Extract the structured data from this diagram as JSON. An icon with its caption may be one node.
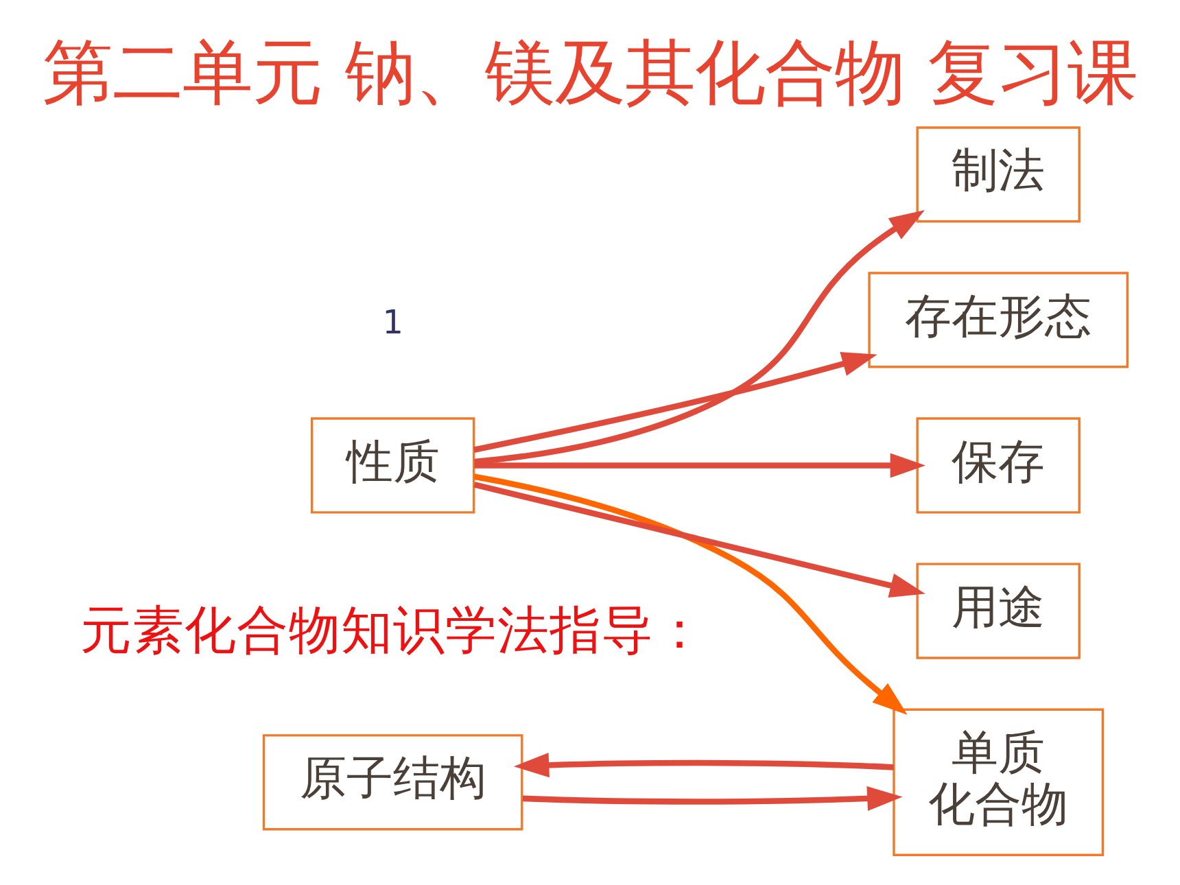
{
  "diagram": {
    "title": "第二单元 钠、镁及其化合物 复习课",
    "nodes": [
      {
        "text": [
          "原子结构"
        ]
      },
      {
        "text": [
          "单质",
          "化合物"
        ]
      },
      {
        "text": [
          "性质"
        ]
      },
      {
        "text": [
          "存在形态"
        ]
      },
      {
        "text": [
          "保存"
        ]
      },
      {
        "text": [
          "用途"
        ]
      },
      {
        "text": [
          "制法"
        ]
      }
    ],
    "edges": [
      {
        "from": 0,
        "to": 1,
        "arrow": "to"
      },
      {
        "from": 1,
        "to": 0,
        "arrow": "to"
      },
      {
        "from": 2,
        "to": 1,
        "arrow": "to",
        "color": "#ff6600"
      },
      {
        "from": 2,
        "to": 3,
        "arrow": "to"
      },
      {
        "from": 2,
        "to": 4,
        "arrow": "to"
      },
      {
        "from": 2,
        "to": 5,
        "arrow": "to"
      },
      {
        "from": 2,
        "to": 6,
        "arrow": "to"
      }
    ],
    "labels": [
      "元素化合物知识学法指导：",
      "1"
    ]
  }
}
